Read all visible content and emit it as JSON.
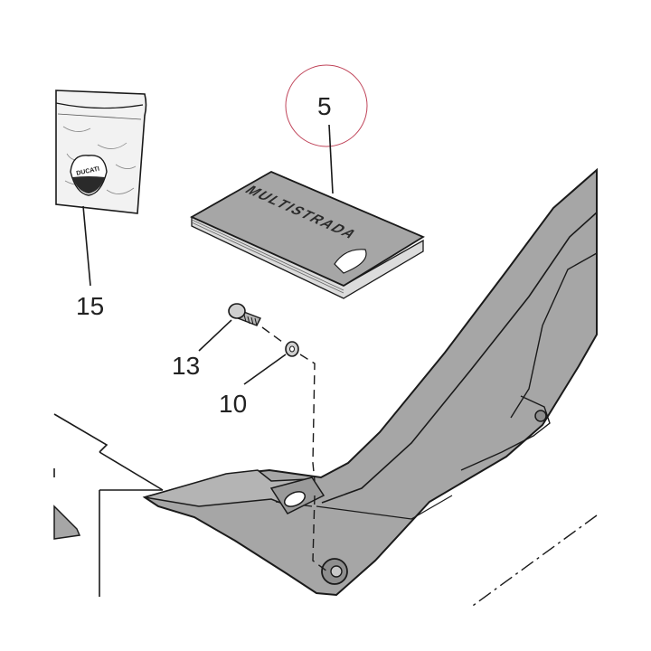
{
  "callouts": {
    "manual": "5",
    "pouch": "15",
    "screw": "13",
    "washer": "10"
  },
  "manual_cover_text": "MULTISTRADA",
  "logo_text": "DUCATI",
  "colors": {
    "part_fill": "#a6a6a6",
    "part_fill_dark": "#8e8e8e",
    "outline": "#1a1a1a",
    "highlight_circle": "#c0455a"
  }
}
